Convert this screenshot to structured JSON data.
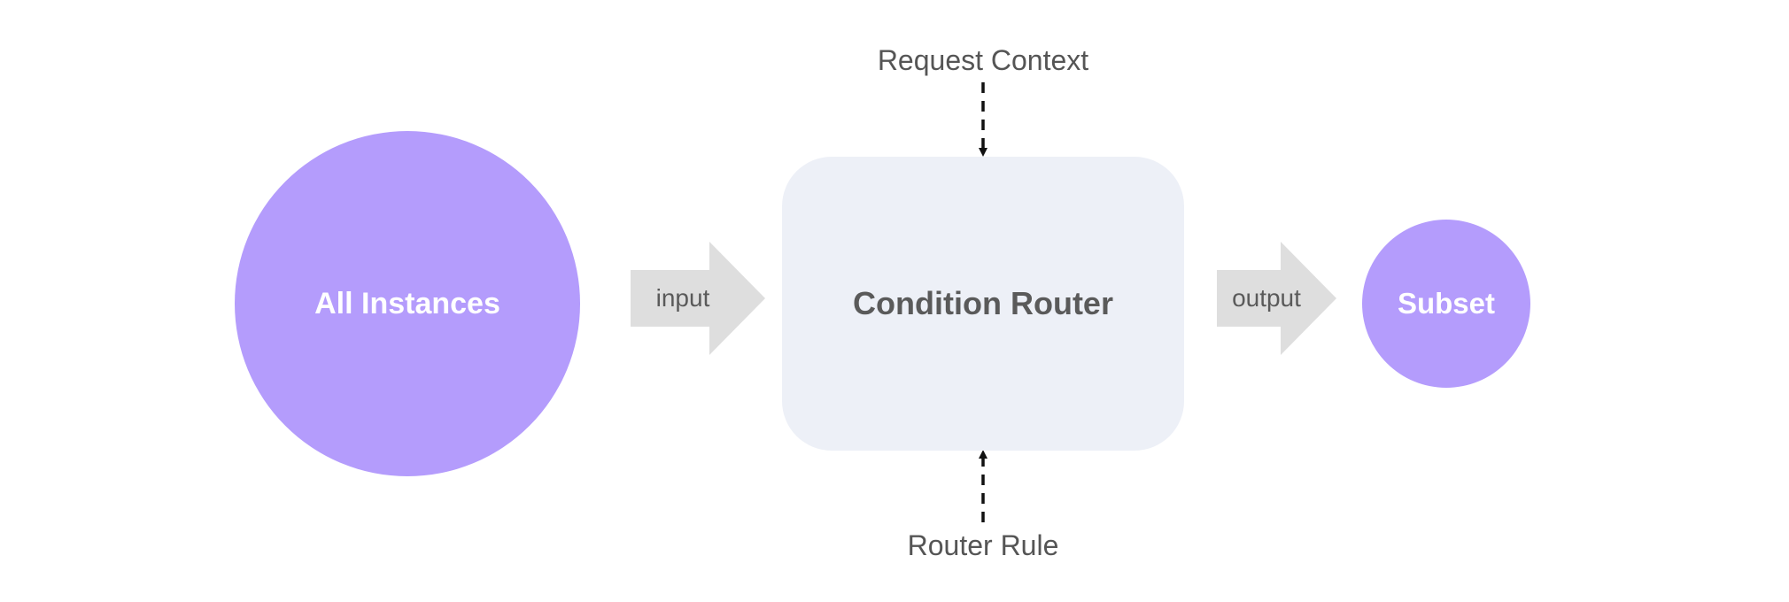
{
  "nodes": {
    "all_instances": "All Instances",
    "condition_router": "Condition Router",
    "subset": "Subset"
  },
  "arrows": {
    "input": "input",
    "output": "output"
  },
  "contexts": {
    "request_context": "Request Context",
    "router_rule": "Router Rule"
  },
  "colors": {
    "instance_fill": "#b49cfc",
    "router_fill": "#edf0f7",
    "arrow_fill": "#dedede",
    "text_gray": "#5a5a5a"
  }
}
